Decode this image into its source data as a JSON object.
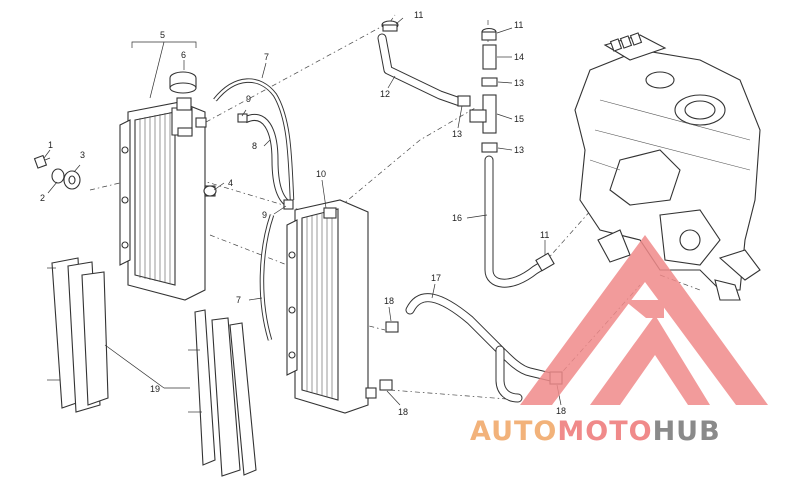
{
  "callouts": [
    {
      "id": "c1",
      "text": "1"
    },
    {
      "id": "c2",
      "text": "2"
    },
    {
      "id": "c3",
      "text": "3"
    },
    {
      "id": "c4",
      "text": "4"
    },
    {
      "id": "c5",
      "text": "5"
    },
    {
      "id": "c6",
      "text": "6"
    },
    {
      "id": "c7a",
      "text": "7"
    },
    {
      "id": "c7b",
      "text": "7"
    },
    {
      "id": "c8",
      "text": "8"
    },
    {
      "id": "c9a",
      "text": "9"
    },
    {
      "id": "c9b",
      "text": "9"
    },
    {
      "id": "c10",
      "text": "10"
    },
    {
      "id": "c11a",
      "text": "11"
    },
    {
      "id": "c11b",
      "text": "11"
    },
    {
      "id": "c11c",
      "text": "11"
    },
    {
      "id": "c12",
      "text": "12"
    },
    {
      "id": "c13a",
      "text": "13"
    },
    {
      "id": "c13b",
      "text": "13"
    },
    {
      "id": "c13c",
      "text": "13"
    },
    {
      "id": "c14",
      "text": "14"
    },
    {
      "id": "c15",
      "text": "15"
    },
    {
      "id": "c16",
      "text": "16"
    },
    {
      "id": "c17",
      "text": "17"
    },
    {
      "id": "c18a",
      "text": "18"
    },
    {
      "id": "c18b",
      "text": "18"
    },
    {
      "id": "c18c",
      "text": "18"
    },
    {
      "id": "c19",
      "text": "19"
    }
  ],
  "watermark": {
    "part1": "AUTO",
    "part2": "MOTO",
    "part3": "HUB",
    "colors": {
      "auto": "#f2b27a",
      "moto": "#f08a8a",
      "hub": "#8a8a8a",
      "logo": "#f08a8a"
    }
  }
}
